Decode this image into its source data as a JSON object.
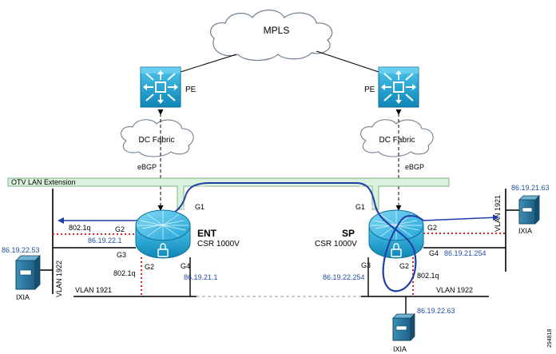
{
  "colors": {
    "cloud_fill": "#ffffff",
    "cloud_stroke": "#6f7f90",
    "router_blue": "#1aa7d6",
    "router_dark": "#0e6f95",
    "otv_band": "#d9f1dd",
    "otv_stroke": "#7fae86",
    "tunnel": "#1f3ea8",
    "dot_red": "#d8262b",
    "ip_text": "#1f4e9c",
    "dash_gray": "#9a9a9a"
  },
  "clouds": {
    "mpls": "MPLS",
    "dc_fabric_left": "DC Fabric",
    "dc_fabric_right": "DC Fabric"
  },
  "routers": {
    "pe_left": "PE",
    "pe_right": "PE",
    "ent_name": "ENT",
    "ent_model": "CSR 1000V",
    "sp_name": "SP",
    "sp_model": "CSR 1000V"
  },
  "links": {
    "ebgp_left": "eBGP",
    "ebgp_right": "eBGP",
    "otv": "OTV LAN Extension"
  },
  "ent_ports": {
    "g1": "G1",
    "g2_top": "G2",
    "g3": "G3",
    "g2_bottom": "G2",
    "g4": "G4",
    "dot1q_top": "802.1q",
    "dot1q_bottom": "802.1q",
    "ip_g2": "86.19.22.1",
    "ip_g4": "86.19.21.1",
    "ip_ixia": "86.19.22.53",
    "vlan_vertical": "VLAN 1922",
    "vlan_bottom": "VLAN 1921",
    "ixia": "IXIA"
  },
  "sp_ports": {
    "g1": "G1",
    "g2_top": "G2",
    "g3": "G3",
    "g2_bottom": "G2",
    "g4": "G4",
    "dot1q": "802.1q",
    "ip_g4": "86.19.21.254",
    "ip_g3": "86.19.22.254",
    "ip_ixia_right": "86.19.21.63",
    "ip_ixia_bottom": "86.19.22.63",
    "vlan_vertical": "VLAN 1921",
    "vlan_bottom": "VLAN 1922",
    "ixia_right": "IXIA",
    "ixia_bottom": "IXIA"
  },
  "figure_id": "294818"
}
